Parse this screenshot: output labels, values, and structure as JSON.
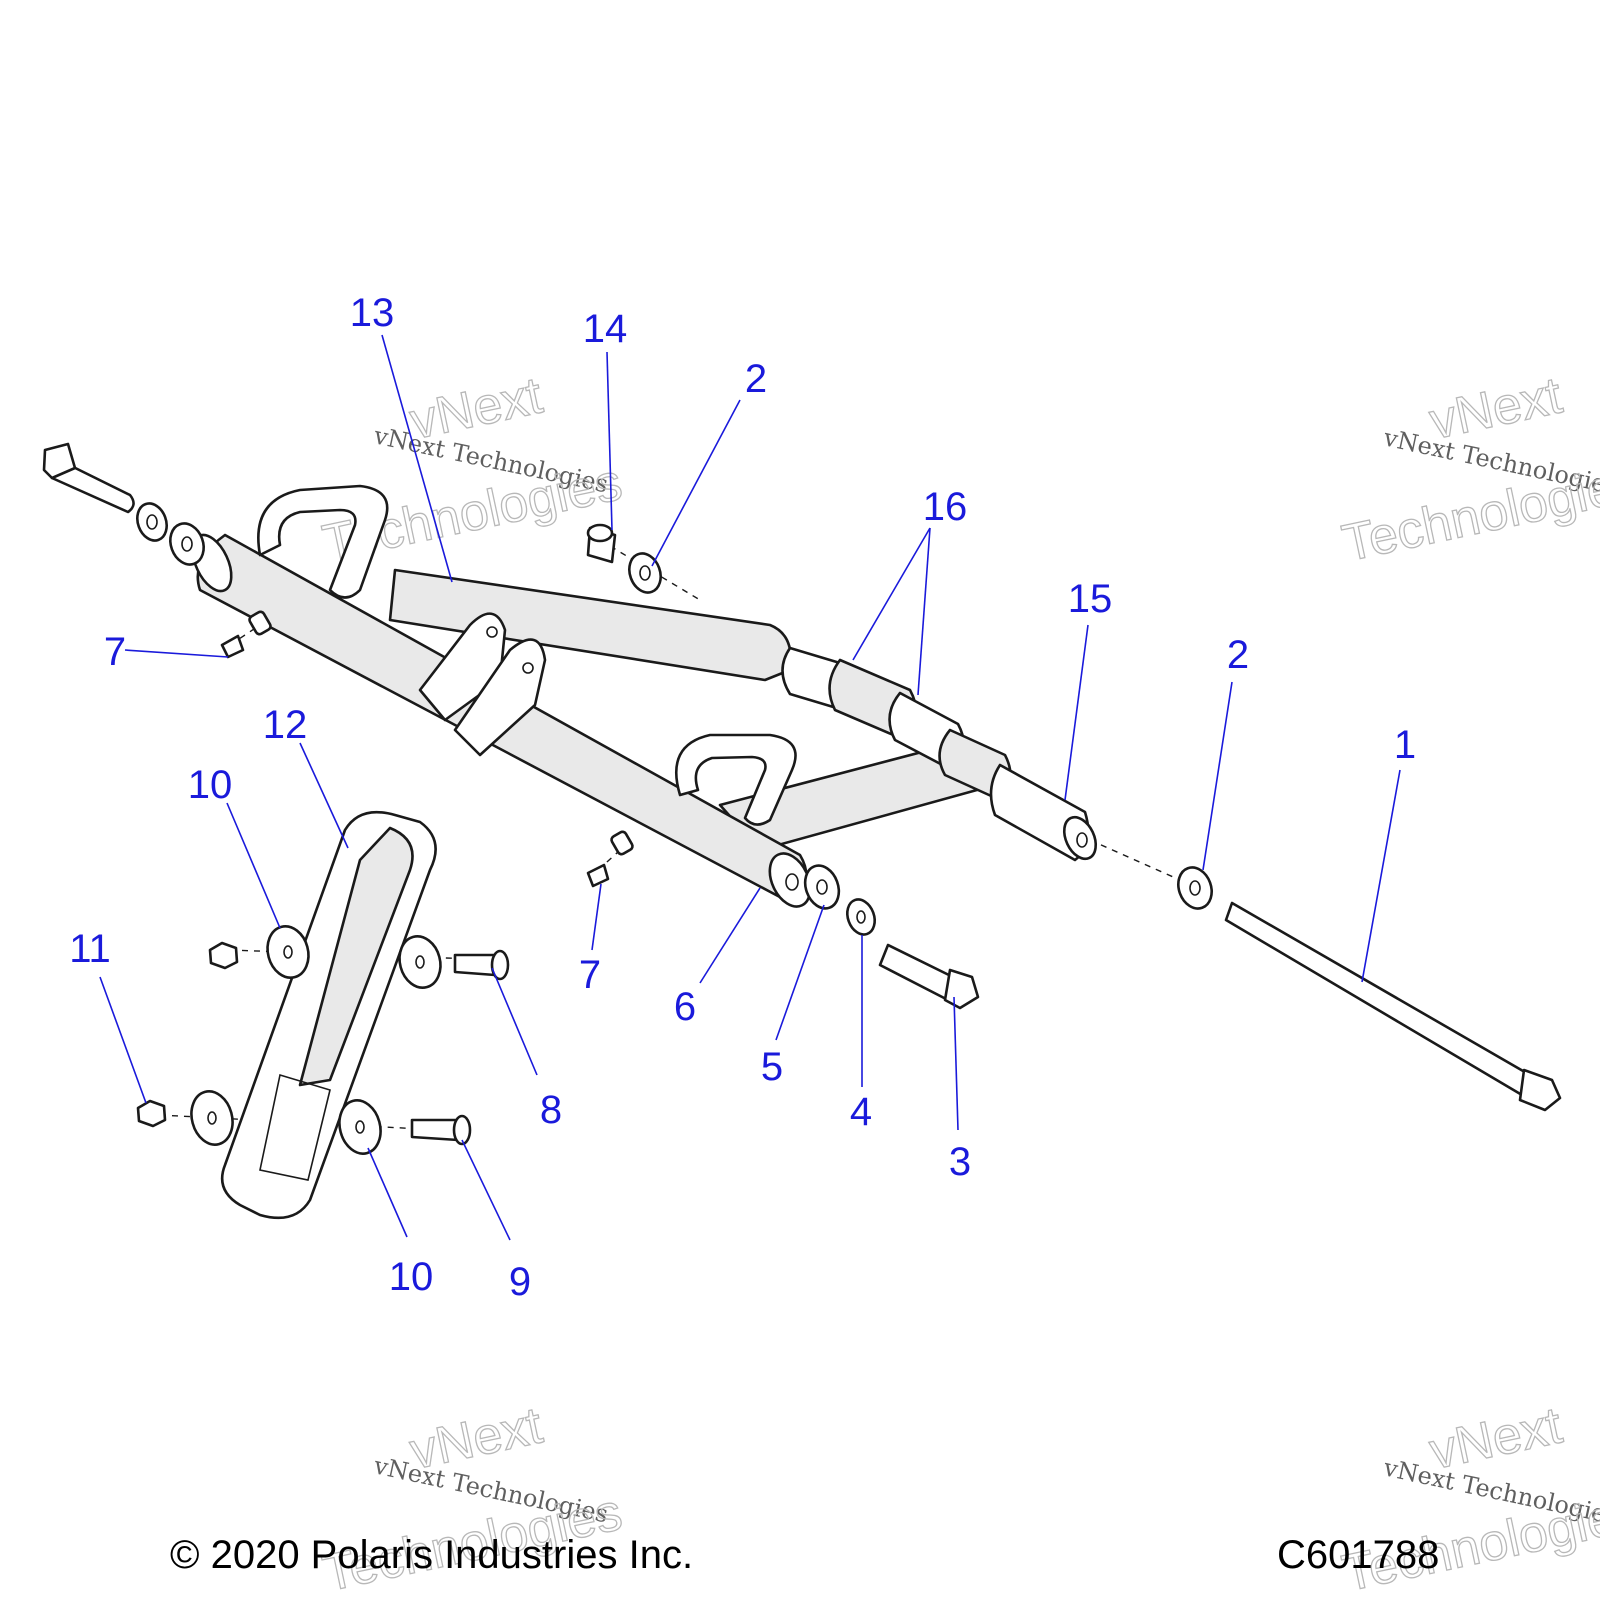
{
  "callouts": {
    "c1": "1",
    "c2a": "2",
    "c2b": "2",
    "c3": "3",
    "c4": "4",
    "c5": "5",
    "c6": "6",
    "c7a": "7",
    "c7b": "7",
    "c8": "8",
    "c9": "9",
    "c10a": "10",
    "c10b": "10",
    "c11": "11",
    "c12": "12",
    "c13": "13",
    "c14": "14",
    "c15": "15",
    "c16": "16"
  },
  "footer": {
    "copyright": "© 2020 Polaris Industries Inc.",
    "drawing_number": "C601788"
  },
  "watermark": {
    "line_small": "vNext Technologies",
    "line_big_1": "vNext",
    "line_big_2": "Technologies"
  },
  "colors": {
    "callout": "#1a1adb",
    "linework": "#1a1a1a",
    "background": "#ffffff"
  }
}
